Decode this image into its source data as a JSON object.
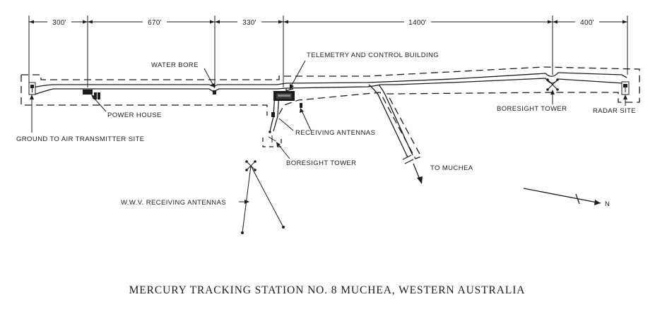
{
  "dimensions": [
    "300'",
    "670'",
    "330'",
    "1400'",
    "400'"
  ],
  "labels": {
    "telemetry_building": "TELEMETRY AND CONTROL BUILDING",
    "water_bore": "WATER BORE",
    "power_house": "POWER HOUSE",
    "ground_to_air_site": "GROUND TO AIR TRANSMITTER SITE",
    "receiving_antennas": "RECEIVING ANTENNAS",
    "boresight_tower_south": "BORESIGHT TOWER",
    "boresight_tower_east": "BORESIGHT TOWER",
    "radar_site": "RADAR SITE",
    "to_muchea": "TO MUCHEA",
    "wwv_antennas": "W.W.V. RECEIVING ANTENNAS",
    "north": "N"
  },
  "title": "MERCURY TRACKING STATION NO. 8 MUCHEA, WESTERN AUSTRALIA"
}
